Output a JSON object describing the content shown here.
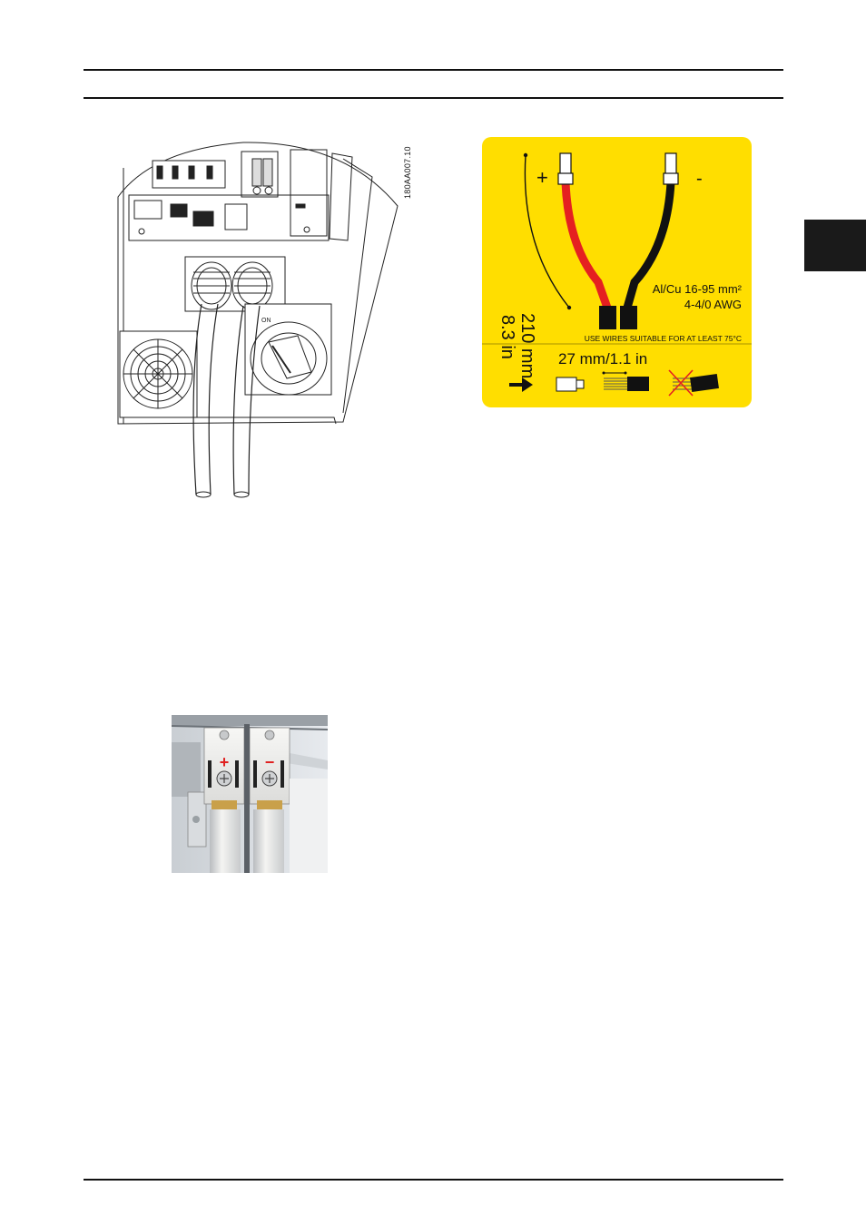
{
  "figure_code": "180AA007.10",
  "label": {
    "plus": "+",
    "minus": "-",
    "length": "210 mm",
    "length_in": "8.3 in",
    "spec_line1": "Al/Cu 16-95 mm²",
    "spec_line2": "4-4/0 AWG",
    "temp_notice": "USE WIRES SUITABLE FOR AT LEAST 75°C",
    "strip_length": "27 mm/1.1 in",
    "colors": {
      "background": "#ffde00",
      "plus_wire": "#e52020",
      "minus_wire": "#111111"
    }
  },
  "photo": {
    "plus_mark": "+",
    "minus_mark": "−"
  },
  "device": {
    "switch_label": "ON"
  }
}
